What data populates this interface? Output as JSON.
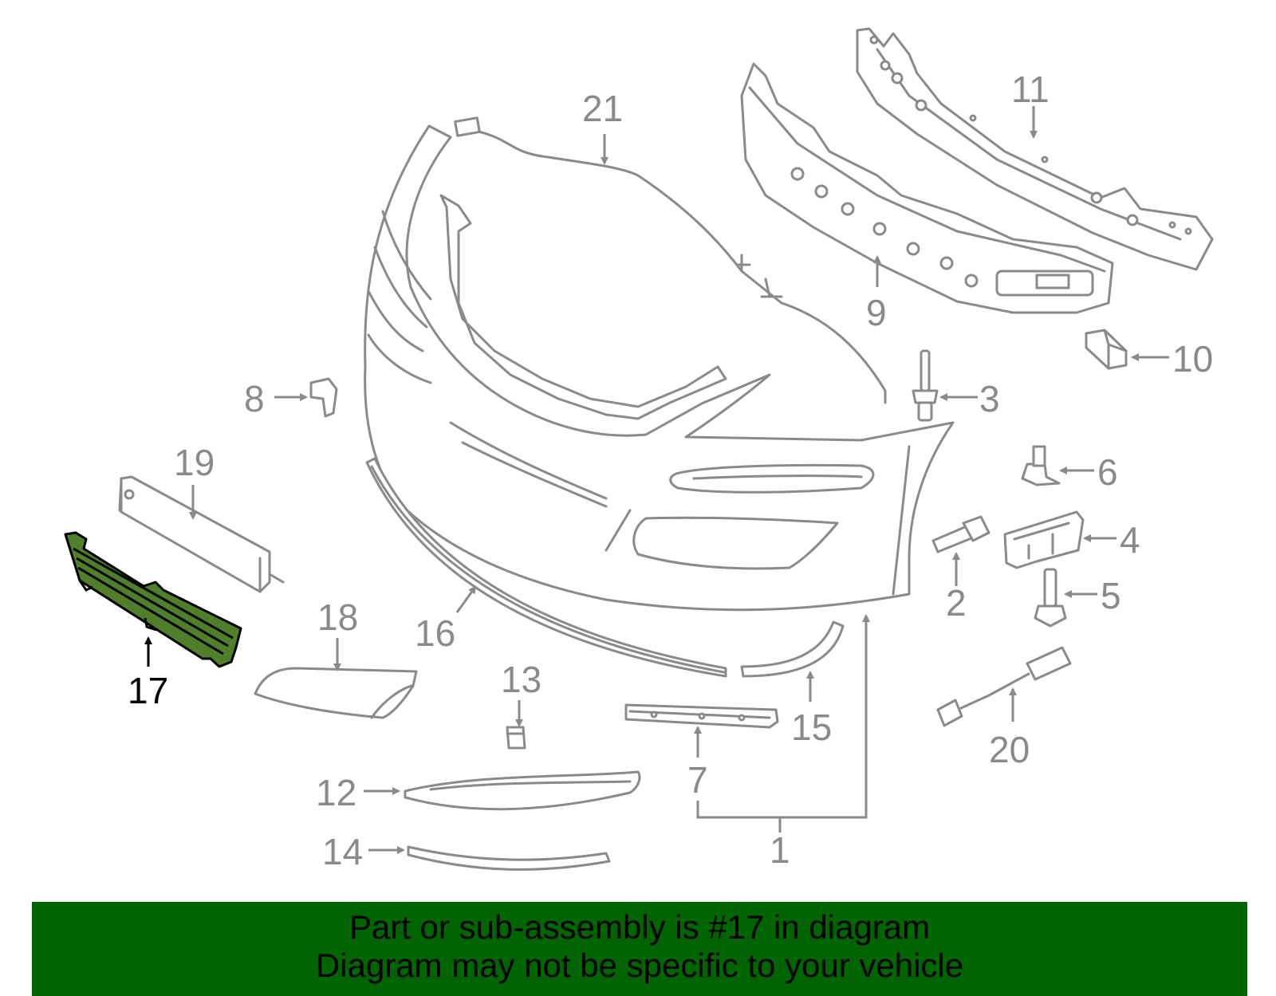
{
  "diagram": {
    "callouts": {
      "c1": "1",
      "c2": "2",
      "c3": "3",
      "c4": "4",
      "c5": "5",
      "c6": "6",
      "c7": "7",
      "c8": "8",
      "c9": "9",
      "c10": "10",
      "c11": "11",
      "c12": "12",
      "c13": "13",
      "c14": "14",
      "c15": "15",
      "c16": "16",
      "c17": "17",
      "c18": "18",
      "c19": "19",
      "c20": "20",
      "c21": "21"
    },
    "highlighted_part": "17",
    "colors": {
      "highlight": "#4f7f2a",
      "line": "#8a8a8a",
      "banner": "#006400"
    }
  },
  "banner": {
    "line1": "Part or sub-assembly is #17 in diagram",
    "line2": "Diagram may not be specific to your vehicle"
  }
}
